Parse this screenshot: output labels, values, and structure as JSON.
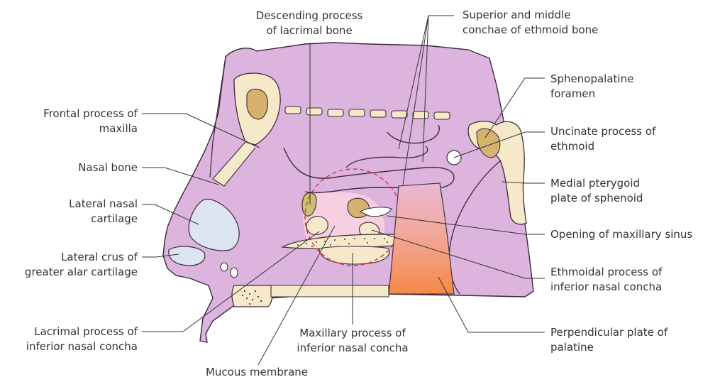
{
  "labels": {
    "descending_process": [
      "Descending process",
      "of lacrimal bone"
    ],
    "superior_middle_conchae": [
      "Superior and middle",
      "conchae of ethmoid bone"
    ],
    "sphenopalatine": [
      "Sphenopalatine",
      "foramen"
    ],
    "frontal_process": [
      "Frontal process of",
      "maxilla"
    ],
    "uncinate": [
      "Uncinate process of",
      "ethmoid"
    ],
    "nasal_bone": [
      "Nasal bone"
    ],
    "medial_pterygoid": [
      "Medial pterygoid",
      "plate of sphenoid"
    ],
    "lateral_nasal_cartilage": [
      "Lateral nasal",
      "cartilage"
    ],
    "opening_maxillary_sinus": [
      "Opening of maxillary sinus"
    ],
    "lateral_crus": [
      "Lateral crus of",
      "greater alar cartilage"
    ],
    "ethmoidal_process": [
      "Ethmoidal process of",
      "inferior nasal concha"
    ],
    "lacrimal_process": [
      "Lacrimal process of",
      "inferior nasal concha"
    ],
    "maxillary_process": [
      "Maxillary process of",
      "inferior nasal concha"
    ],
    "perpendicular_plate": [
      "Perpendicular plate of",
      "palatine"
    ],
    "mucous_membrane": [
      "Mucous membrane"
    ]
  },
  "colors": {
    "membrane": "#dcb4de",
    "membrane_stroke": "#3a2a3a",
    "bone": "#f6e9c9",
    "bone_dark": "#d7b26e",
    "lacrimal": "#c9c071",
    "cartilage": "#dce4f2",
    "palatine_top": "#f2b3a8",
    "palatine_bottom": "#f48b4a",
    "sinus_area": "#f6cfe0",
    "dashed_circle": "#e0323c",
    "leader": "#333333"
  }
}
